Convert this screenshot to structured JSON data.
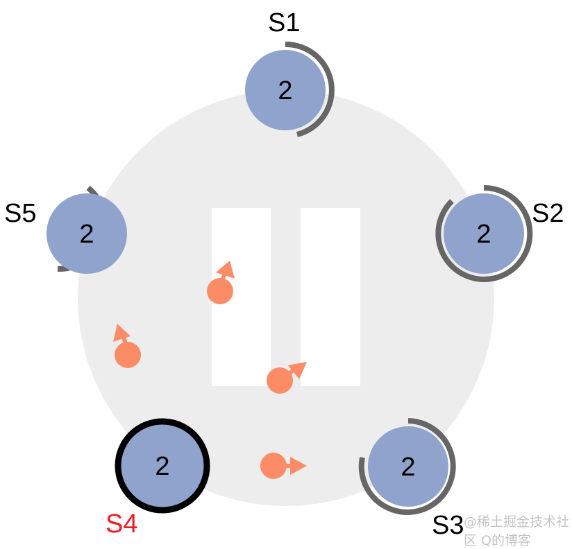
{
  "colors": {
    "background": "#ffffff",
    "ring_area": "#ededed",
    "node_fill": "#8fa3cc",
    "timeout_arc": "#666666",
    "leader_ring": "#000000",
    "message": "#fb8c65",
    "highlight_label": "#ee1c25"
  },
  "nodes": [
    {
      "id": "S1",
      "label": "S1",
      "term": "2",
      "role": "follower",
      "label_color": "#000000"
    },
    {
      "id": "S2",
      "label": "S2",
      "term": "2",
      "role": "follower",
      "label_color": "#000000"
    },
    {
      "id": "S3",
      "label": "S3",
      "term": "2",
      "role": "follower",
      "label_color": "#000000"
    },
    {
      "id": "S4",
      "label": "S4",
      "term": "2",
      "role": "leader",
      "label_color": "#ee1c25"
    },
    {
      "id": "S5",
      "label": "S5",
      "term": "2",
      "role": "follower",
      "label_color": "#000000"
    }
  ],
  "center_icon": "pause-icon",
  "messages": [
    {
      "name": "message-to-s1",
      "direction": "up"
    },
    {
      "name": "message-to-s5",
      "direction": "up-left"
    },
    {
      "name": "message-to-s2",
      "direction": "up-right"
    },
    {
      "name": "message-to-s3",
      "direction": "right"
    }
  ],
  "watermark": "@稀土掘金技术社区 Q的博客"
}
